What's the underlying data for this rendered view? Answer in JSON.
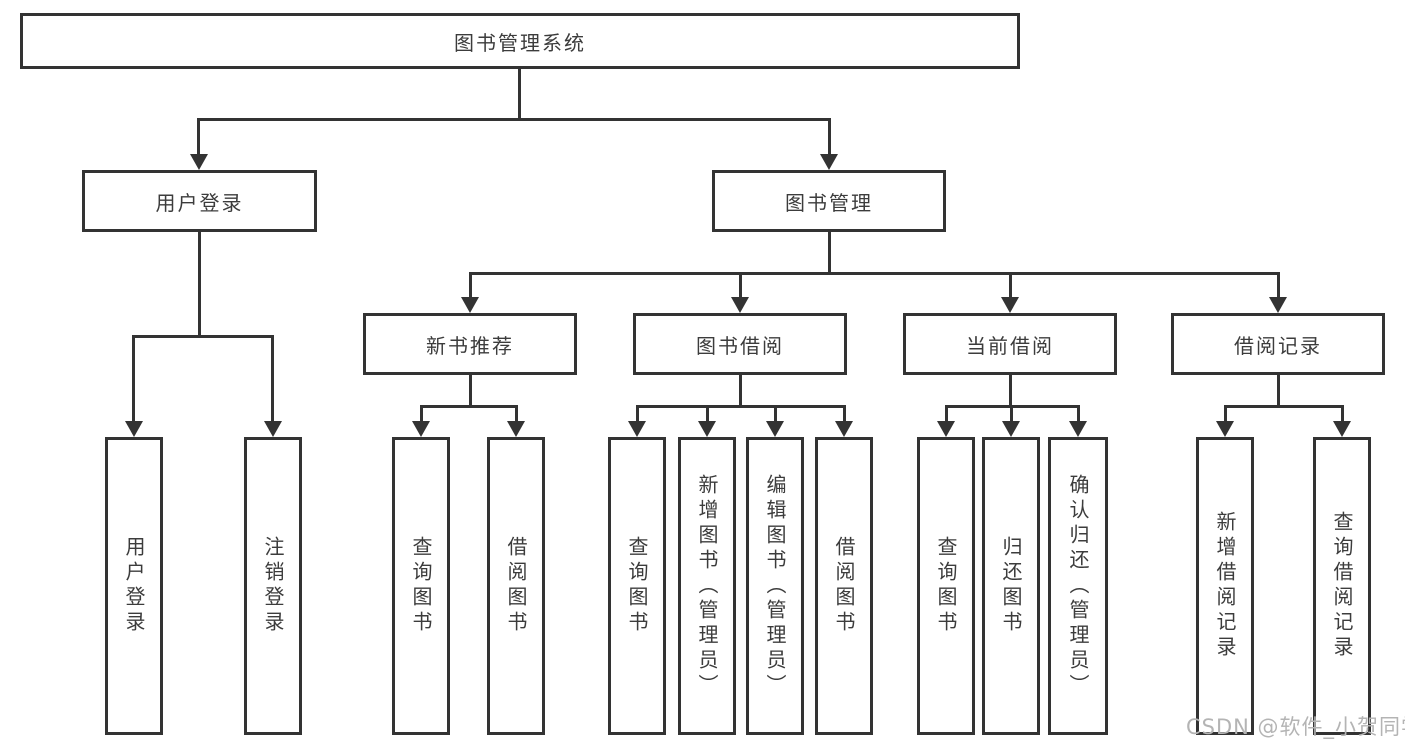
{
  "root": {
    "label": "图书管理系统"
  },
  "level2": [
    {
      "label": "用户登录"
    },
    {
      "label": "图书管理"
    }
  ],
  "level3": [
    {
      "label": "新书推荐"
    },
    {
      "label": "图书借阅"
    },
    {
      "label": "当前借阅"
    },
    {
      "label": "借阅记录"
    }
  ],
  "leaves": {
    "login": [
      {
        "label": "用户登录"
      },
      {
        "label": "注销登录"
      }
    ],
    "recommend": [
      {
        "label": "查询图书"
      },
      {
        "label": "借阅图书"
      }
    ],
    "borrow": [
      {
        "label": "查询图书"
      },
      {
        "label": "新增图书（管理员）"
      },
      {
        "label": "编辑图书（管理员）"
      },
      {
        "label": "借阅图书"
      }
    ],
    "current": [
      {
        "label": "查询图书"
      },
      {
        "label": "归还图书"
      },
      {
        "label": "确认归还（管理员）"
      }
    ],
    "records": [
      {
        "label": "新增借阅记录"
      },
      {
        "label": "查询借阅记录"
      }
    ]
  },
  "watermark": {
    "text": "CSDN @软件_小贺同学"
  },
  "colors": {
    "line": "#333333",
    "text": "#3c3c3c",
    "background": "#ffffff",
    "watermark": "#b4b4b4"
  }
}
